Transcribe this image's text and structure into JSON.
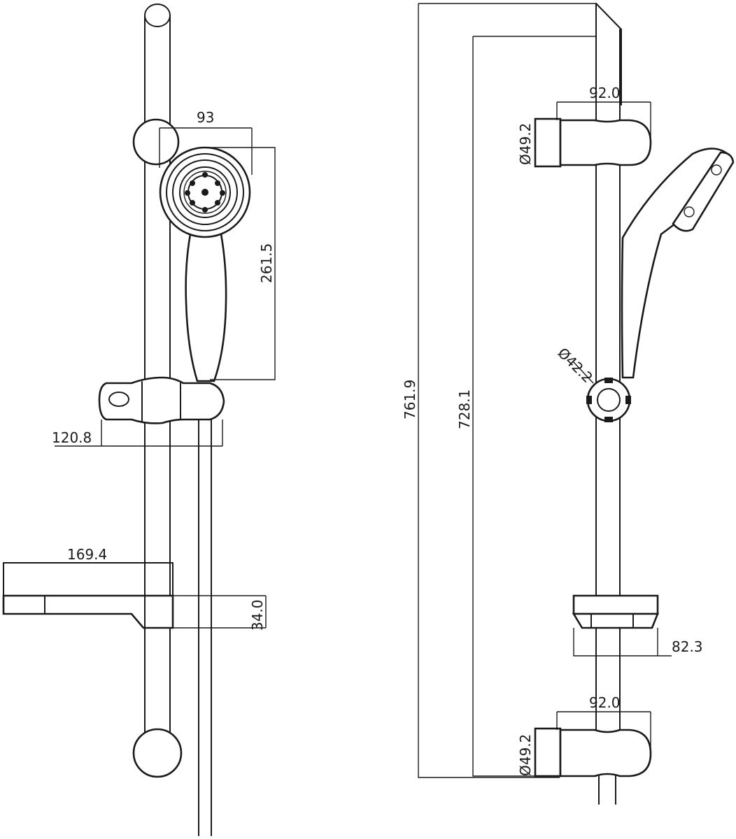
{
  "dimensions": {
    "front_head_width": "93",
    "front_head_height": "261.5",
    "front_holder_width": "120.8",
    "front_dish_width": "169.4",
    "front_dish_height": "34.0",
    "side_total_height": "761.9",
    "side_bracket_spacing": "728.1",
    "side_top_bracket_depth": "92.0",
    "side_top_bracket_dia": "Ø49.2",
    "side_holder_dia": "Ø42.2",
    "side_dish_depth": "82.3",
    "side_bottom_bracket_depth": "92.0",
    "side_bottom_bracket_dia": "Ø49.2"
  },
  "colors": {
    "line": "#1a1a1a",
    "background": "#ffffff"
  }
}
